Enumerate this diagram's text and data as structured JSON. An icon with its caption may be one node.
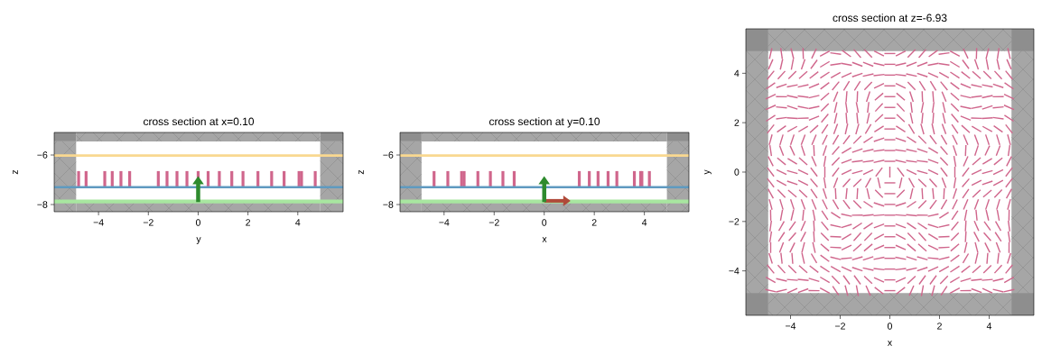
{
  "diagram": {
    "labels": [
      "cross section at x=0.10",
      "−6",
      "−8",
      "z",
      "−4",
      "−2",
      "0",
      "2",
      "4",
      "y",
      "cross section at y=0.10",
      "−6",
      "−8",
      "z",
      "−4",
      "−2",
      "0",
      "2",
      "4",
      "x",
      "cross section at z=-6.93",
      "4",
      "2",
      "0",
      "−2",
      "−4",
      "y",
      "−4",
      "−2",
      "0",
      "2",
      "4",
      "x"
    ]
  }
}
